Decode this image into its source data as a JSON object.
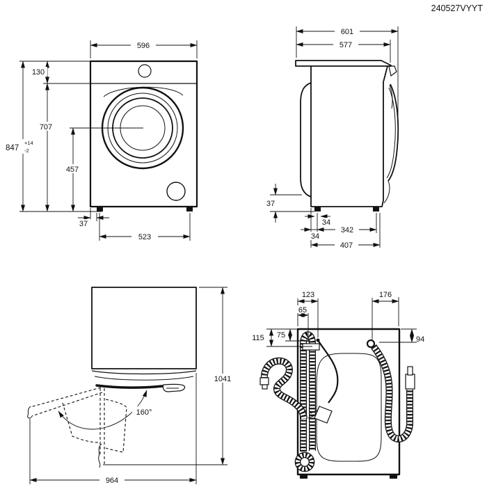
{
  "doc_code": "240527VYYT",
  "front": {
    "width": "596",
    "panel_height": "130",
    "body_height": "707",
    "total_height": "847",
    "tol_up": "+14",
    "tol_down": "-2",
    "door_center_height": "457",
    "foot_inset": "37",
    "feet_distance": "523"
  },
  "side": {
    "depth_total": "601",
    "depth_body": "577",
    "rear_clearance": "37",
    "foot_width": "34",
    "feet_distance": "342",
    "foot_inset": "34",
    "base_depth": "407"
  },
  "top": {
    "open_depth": "1041",
    "opening_angle": "160°",
    "open_width": "964"
  },
  "rear": {
    "drain_offset": "123",
    "cord_offset": "65",
    "drain_height": "115",
    "drain_upper": "75",
    "inlet_offset": "176",
    "inlet_height": "94"
  }
}
